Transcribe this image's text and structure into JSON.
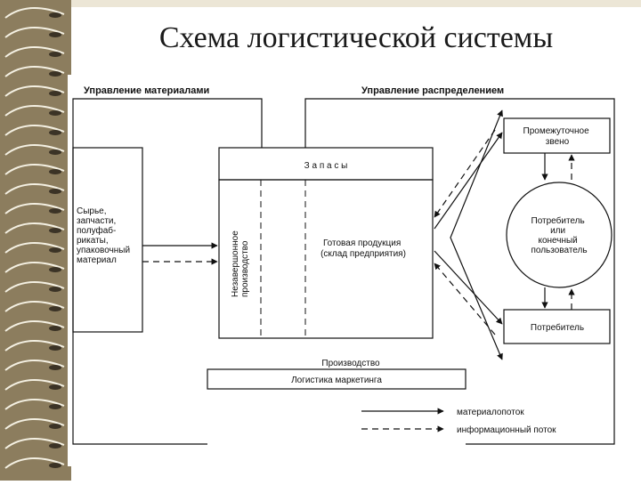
{
  "slide": {
    "title": "Схема логистической системы"
  },
  "diagram": {
    "header_materials": "Управление материалами",
    "header_distribution": "Управление распределением",
    "stocks": "З а п а с ы",
    "raw_material": [
      "Сырье,",
      "запчасти,",
      "полуфаб-",
      "рикаты,",
      "упаковочный",
      "материал"
    ],
    "wip": [
      "Незавершонное",
      "производство"
    ],
    "finished": [
      "Готовая продукция",
      "(склад предприятия)"
    ],
    "intermediate": [
      "Промежуточное",
      "звено"
    ],
    "end_consumer": [
      "Потребитель",
      "или",
      "конечный",
      "пользователь"
    ],
    "consumer": "Потребитель",
    "production": "Производство",
    "logistics": "Логистика маркетинга",
    "legend_material": "материалопоток",
    "legend_info": "информационный поток"
  },
  "colors": {
    "strip": "#8c7d5e",
    "frame": "#ece6d6",
    "ink": "#111111"
  }
}
